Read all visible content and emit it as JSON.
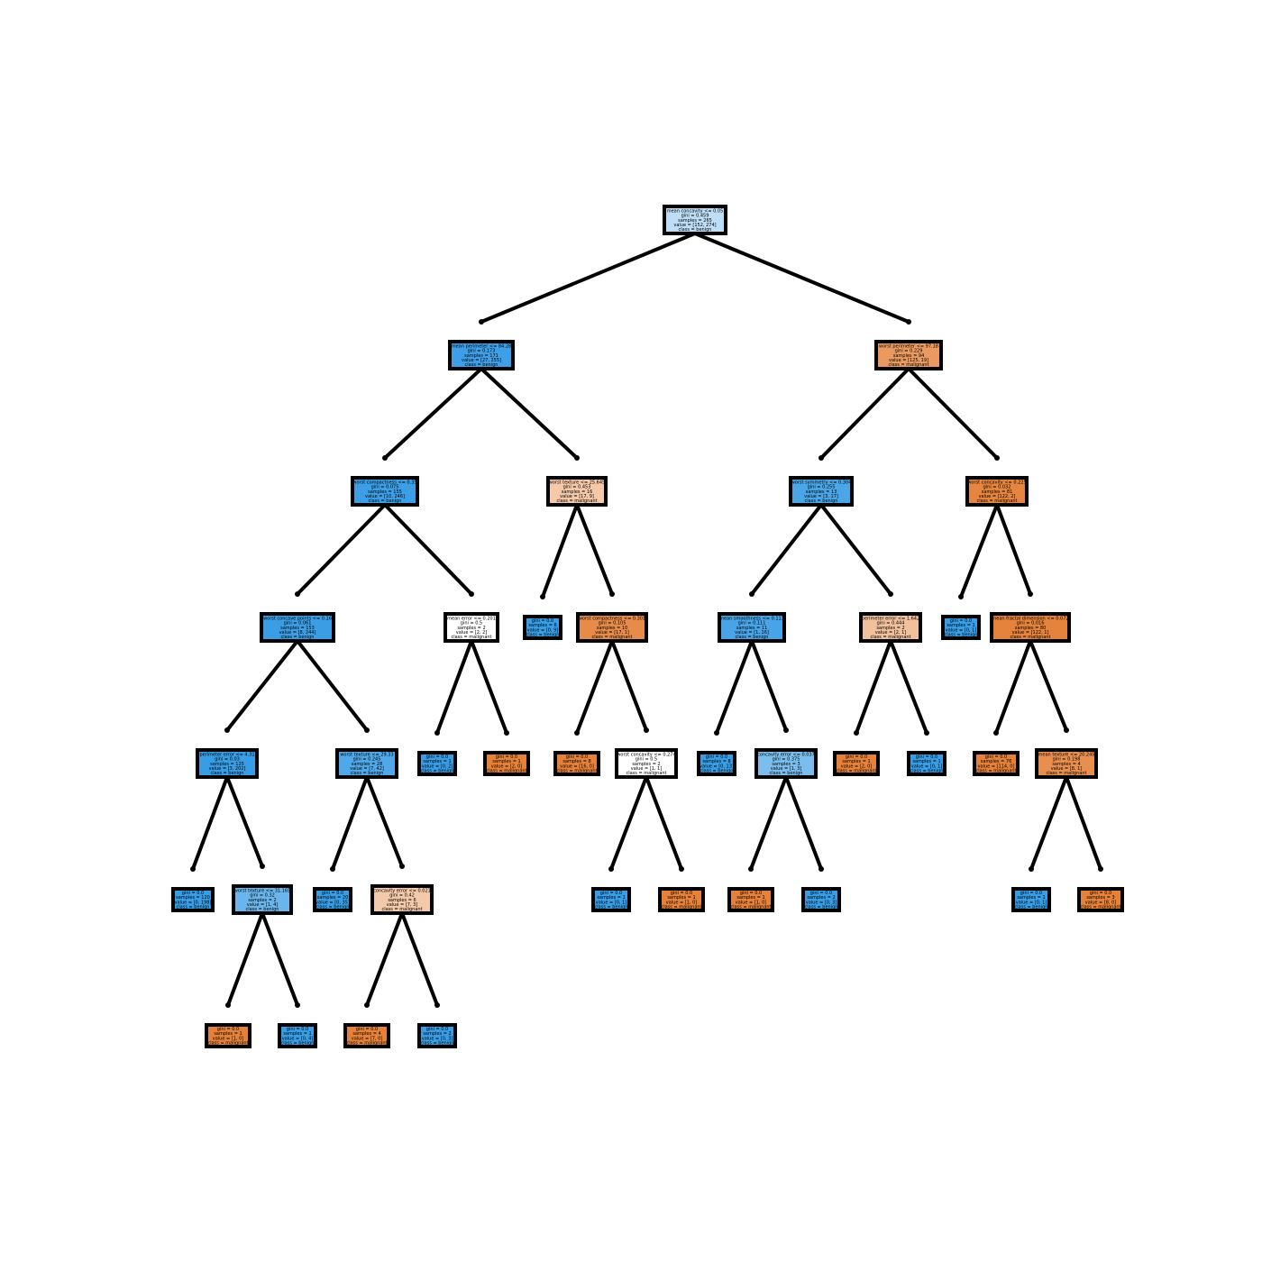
{
  "colors": {
    "blue": "#399de5",
    "orange": "#e58139",
    "edge": "#000000",
    "border": "#000000"
  },
  "nodes": [
    {
      "id": "n0",
      "fill": "#bddef6",
      "lines": [
        "mean concavity <= 0.05",
        "gini = 0.459",
        "samples = 265",
        "value = [152, 274]",
        "class = benign"
      ]
    },
    {
      "id": "n1",
      "fill": "#3e9fe6",
      "lines": [
        "mean perimeter <= 84.28",
        "gini = 0.173",
        "samples = 171",
        "value = [27, 255]",
        "class = benign"
      ]
    },
    {
      "id": "n2",
      "fill": "#ea9a60",
      "lines": [
        "worst perimeter <= 97.18",
        "gini = 0.229",
        "samples = 94",
        "value = [125, 19]",
        "class = malignant"
      ]
    },
    {
      "id": "n3",
      "fill": "#3c9fe5",
      "lines": [
        "worst compactness <= 0.35",
        "gini = 0.075",
        "samples = 155",
        "value = [10, 246]",
        "class = benign"
      ]
    },
    {
      "id": "n4",
      "fill": "#f4c8a8",
      "lines": [
        "worst texture <= 25.645",
        "gini = 0.453",
        "samples = 16",
        "value = [17, 9]",
        "class = malignant"
      ]
    },
    {
      "id": "n5",
      "fill": "#4aa6e7",
      "lines": [
        "worst symmetry <= 0.304",
        "gini = 0.255",
        "samples = 13",
        "value = [3, 17]",
        "class = benign"
      ]
    },
    {
      "id": "n6",
      "fill": "#e6853f",
      "lines": [
        "worst concavity <= 0.225",
        "gini = 0.032",
        "samples = 81",
        "value = [122, 2]",
        "class = malignant"
      ]
    },
    {
      "id": "n7",
      "fill": "#3b9ee5",
      "lines": [
        "worst concave points <= 0.16",
        "gini = 0.061",
        "samples = 153",
        "value = [8, 244]",
        "class = benign"
      ]
    },
    {
      "id": "n8",
      "fill": "#ffffff",
      "lines": [
        "mean error <= 0.201",
        "gini = 0.5",
        "samples = 2",
        "value = [2, 2]",
        "class = malignant"
      ]
    },
    {
      "id": "n9",
      "fill": "#399de5",
      "lines": [
        "gini = 0.0",
        "samples = 6",
        "value = [0, 9]",
        "class = benign"
      ]
    },
    {
      "id": "n10",
      "fill": "#e78b49",
      "lines": [
        "worst compactness <= 0.301",
        "gini = 0.105",
        "samples = 10",
        "value = [17, 1]",
        "class = malignant"
      ]
    },
    {
      "id": "n11",
      "fill": "#48a4e7",
      "lines": [
        "mean smoothness <= 0.113",
        "gini = 0.111",
        "samples = 11",
        "value = [1, 16]",
        "class = benign"
      ]
    },
    {
      "id": "n12",
      "fill": "#f2c09c",
      "lines": [
        "perimeter error <= 1.642",
        "gini = 0.444",
        "samples = 2",
        "value = [2, 1]",
        "class = malignant"
      ]
    },
    {
      "id": "n13",
      "fill": "#399de5",
      "lines": [
        "gini = 0.0",
        "samples = 1",
        "value = [0, 1]",
        "class = benign"
      ]
    },
    {
      "id": "n14",
      "fill": "#e5823b",
      "lines": [
        "mean fractal dimension <= 0.072",
        "gini = 0.016",
        "samples = 80",
        "value = [122, 1]",
        "class = malignant"
      ]
    },
    {
      "id": "n15",
      "fill": "#399de5",
      "lines": [
        "perimeter error <= 4.31",
        "gini = 0.03",
        "samples = 125",
        "value = [3, 202]",
        "class = benign"
      ]
    },
    {
      "id": "n16",
      "fill": "#50a8e8",
      "lines": [
        "worst texture <= 29.33",
        "gini = 0.245",
        "samples = 28",
        "value = [7, 42]",
        "class = benign"
      ]
    },
    {
      "id": "n17",
      "fill": "#399de5",
      "lines": [
        "gini = 0.0",
        "samples = 1",
        "value = [0, 2]",
        "class = benign"
      ]
    },
    {
      "id": "n18",
      "fill": "#e58139",
      "lines": [
        "gini = 0.0",
        "samples = 1",
        "value = [2, 0]",
        "class = malignant"
      ]
    },
    {
      "id": "n19",
      "fill": "#e58139",
      "lines": [
        "gini = 0.0",
        "samples = 8",
        "value = [16, 0]",
        "class = malignant"
      ]
    },
    {
      "id": "n20",
      "fill": "#ffffff",
      "lines": [
        "worst concavity <= 0.274",
        "gini = 0.5",
        "samples = 2",
        "value = [1, 1]",
        "class = malignant"
      ]
    },
    {
      "id": "n21",
      "fill": "#399de5",
      "lines": [
        "gini = 0.0",
        "samples = 8",
        "value = [0, 13]",
        "class = benign"
      ]
    },
    {
      "id": "n22",
      "fill": "#7bbeee",
      "lines": [
        "concavity error <= 0.037",
        "gini = 0.375",
        "samples = 3",
        "value = [1, 3]",
        "class = benign"
      ]
    },
    {
      "id": "n23",
      "fill": "#e58139",
      "lines": [
        "gini = 0.0",
        "samples = 1",
        "value = [2, 0]",
        "class = malignant"
      ]
    },
    {
      "id": "n24",
      "fill": "#399de5",
      "lines": [
        "gini = 0.0",
        "samples = 1",
        "value = [0, 1]",
        "class = benign"
      ]
    },
    {
      "id": "n25",
      "fill": "#e58139",
      "lines": [
        "gini = 0.0",
        "samples = 76",
        "value = [114, 0]",
        "class = malignant"
      ]
    },
    {
      "id": "n26",
      "fill": "#e88f4f",
      "lines": [
        "mean texture <= 20.245",
        "gini = 0.198",
        "samples = 4",
        "value = [8, 1]",
        "class = malignant"
      ]
    },
    {
      "id": "n27",
      "fill": "#399de5",
      "lines": [
        "gini = 0.0",
        "samples = 120",
        "value = [0, 198]",
        "class = benign"
      ]
    },
    {
      "id": "n28",
      "fill": "#6ab6ec",
      "lines": [
        "worst texture <= 31.165",
        "gini = 0.32",
        "samples = 2",
        "value = [1, 4]",
        "class = benign"
      ]
    },
    {
      "id": "n29",
      "fill": "#399de5",
      "lines": [
        "gini = 0.0",
        "samples = 20",
        "value = [0, 35]",
        "class = benign"
      ]
    },
    {
      "id": "n30",
      "fill": "#f4c9aa",
      "lines": [
        "concavity error <= 0.021",
        "gini = 0.42",
        "samples = 6",
        "value = [7, 3]",
        "class = malignant"
      ]
    },
    {
      "id": "n31",
      "fill": "#399de5",
      "lines": [
        "gini = 0.0",
        "samples = 1",
        "value = [0, 1]",
        "class = benign"
      ]
    },
    {
      "id": "n32",
      "fill": "#e58139",
      "lines": [
        "gini = 0.0",
        "samples = 1",
        "value = [1, 0]",
        "class = malignant"
      ]
    },
    {
      "id": "n33",
      "fill": "#e58139",
      "lines": [
        "gini = 0.0",
        "samples = 1",
        "value = [1, 0]",
        "class = malignant"
      ]
    },
    {
      "id": "n34",
      "fill": "#399de5",
      "lines": [
        "gini = 0.0",
        "samples = 2",
        "value = [0, 3]",
        "class = benign"
      ]
    },
    {
      "id": "n35",
      "fill": "#399de5",
      "lines": [
        "gini = 0.0",
        "samples = 1",
        "value = [0, 1]",
        "class = benign"
      ]
    },
    {
      "id": "n36",
      "fill": "#e58139",
      "lines": [
        "gini = 0.0",
        "samples = 3",
        "value = [8, 0]",
        "class = malignant"
      ]
    },
    {
      "id": "n37",
      "fill": "#e58139",
      "lines": [
        "gini = 0.0",
        "samples = 1",
        "value = [1, 0]",
        "class = malignant"
      ]
    },
    {
      "id": "n38",
      "fill": "#399de5",
      "lines": [
        "gini = 0.0",
        "samples = 1",
        "value = [0, 4]",
        "class = benign"
      ]
    },
    {
      "id": "n39",
      "fill": "#e58139",
      "lines": [
        "gini = 0.0",
        "samples = 4",
        "value = [7, 0]",
        "class = malignant"
      ]
    },
    {
      "id": "n40",
      "fill": "#399de5",
      "lines": [
        "gini = 0.0",
        "samples = 2",
        "value = [0, 3]",
        "class = benign"
      ]
    }
  ],
  "edges": [
    [
      "n0",
      "n1"
    ],
    [
      "n0",
      "n2"
    ],
    [
      "n1",
      "n3"
    ],
    [
      "n1",
      "n4"
    ],
    [
      "n2",
      "n5"
    ],
    [
      "n2",
      "n6"
    ],
    [
      "n3",
      "n7"
    ],
    [
      "n3",
      "n8"
    ],
    [
      "n4",
      "n9"
    ],
    [
      "n4",
      "n10"
    ],
    [
      "n5",
      "n11"
    ],
    [
      "n5",
      "n12"
    ],
    [
      "n6",
      "n13"
    ],
    [
      "n6",
      "n14"
    ],
    [
      "n7",
      "n15"
    ],
    [
      "n7",
      "n16"
    ],
    [
      "n8",
      "n17"
    ],
    [
      "n8",
      "n18"
    ],
    [
      "n10",
      "n19"
    ],
    [
      "n10",
      "n20"
    ],
    [
      "n11",
      "n21"
    ],
    [
      "n11",
      "n22"
    ],
    [
      "n12",
      "n23"
    ],
    [
      "n12",
      "n24"
    ],
    [
      "n14",
      "n25"
    ],
    [
      "n14",
      "n26"
    ],
    [
      "n15",
      "n27"
    ],
    [
      "n15",
      "n28"
    ],
    [
      "n16",
      "n29"
    ],
    [
      "n16",
      "n30"
    ],
    [
      "n20",
      "n31"
    ],
    [
      "n20",
      "n32"
    ],
    [
      "n22",
      "n33"
    ],
    [
      "n22",
      "n34"
    ],
    [
      "n26",
      "n35"
    ],
    [
      "n26",
      "n36"
    ],
    [
      "n28",
      "n37"
    ],
    [
      "n28",
      "n38"
    ],
    [
      "n30",
      "n39"
    ],
    [
      "n30",
      "n40"
    ]
  ]
}
